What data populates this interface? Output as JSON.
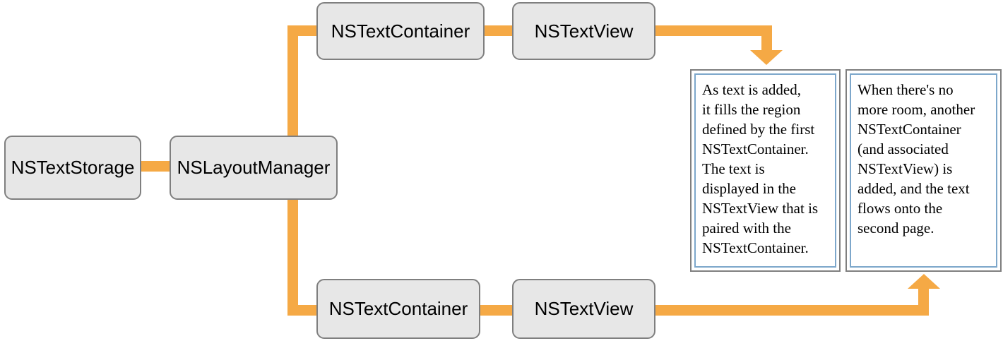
{
  "colors": {
    "connector": "#F5A945",
    "node_fill": "#E7E7E7",
    "node_border": "#7F7F7F",
    "page_border": "#7F7F7F",
    "page_inner_border": "#7DA7CB"
  },
  "nodes": {
    "text_storage": {
      "label": "NSTextStorage"
    },
    "layout_manager": {
      "label": "NSLayoutManager"
    },
    "text_container_top": {
      "label": "NSTextContainer"
    },
    "text_view_top": {
      "label": "NSTextView"
    },
    "text_container_bottom": {
      "label": "NSTextContainer"
    },
    "text_view_bottom": {
      "label": "NSTextView"
    }
  },
  "pages": {
    "page1": {
      "text": "As text is added,\nit fills the region\ndefined by the first\nNSTextContainer.\nThe text is\ndisplayed in the\nNSTextView that is\npaired with the\nNSTextContainer."
    },
    "page2": {
      "text": "When there's no\nmore room, another\nNSTextContainer\n(and associated\nNSTextView) is\nadded, and the text\nflows onto the\nsecond page."
    }
  }
}
